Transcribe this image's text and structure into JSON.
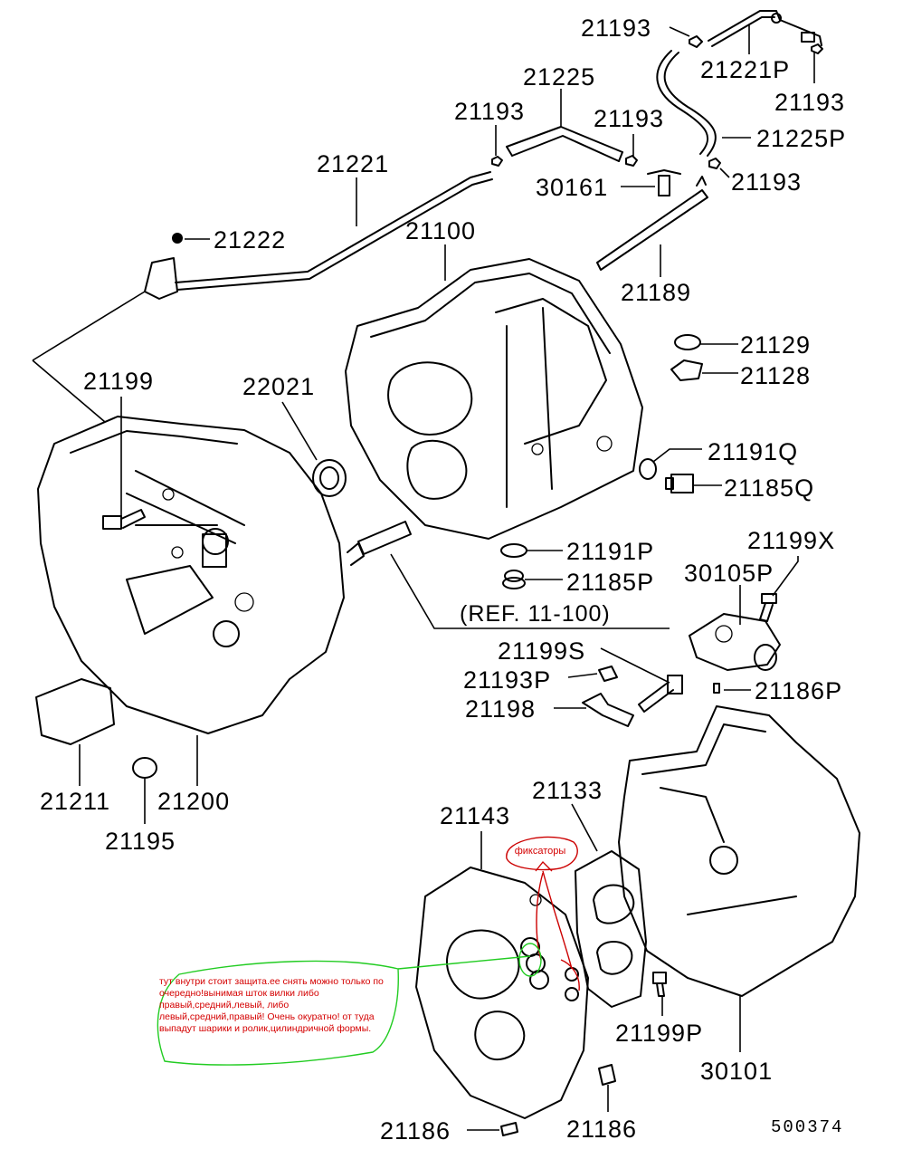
{
  "labels": {
    "p21193_a": "21193",
    "p21221P": "21221P",
    "p21193_b": "21193",
    "p21225": "21225",
    "p21193_c": "21193",
    "p21193_d": "21193",
    "p21225P": "21225P",
    "p21221": "21221",
    "p30161": "30161",
    "p21193_e": "21193",
    "p21222": "21222",
    "p21100": "21100",
    "p21189": "21189",
    "p21129": "21129",
    "p21128": "21128",
    "p21199": "21199",
    "p22021": "22021",
    "p21191Q": "21191Q",
    "p21185Q": "21185Q",
    "p21199X": "21199X",
    "p21191P": "21191P",
    "p30105P": "30105P",
    "p21185P": "21185P",
    "ref": "(REF. 11-100)",
    "p21199S": "21199S",
    "p21193P": "21193P",
    "p21186P": "21186P",
    "p21198": "21198",
    "p21133": "21133",
    "p21211": "21211",
    "p21200": "21200",
    "p21143": "21143",
    "p21195": "21195",
    "p21199P": "21199P",
    "p30101": "30101",
    "p21186_a": "21186",
    "p21186_b": "21186",
    "code": "500374"
  },
  "annotations": {
    "tag": "фиксаторы",
    "note": "тут внутри стоит защита.ее снять можно только по очередно!вынимая  шток вилки  либо правый,средний,левый, либо левый,средний,правый! Очень окуратно! от туда выпадут шарики и ролик,цилиндричной формы."
  },
  "colors": {
    "line": "#000000",
    "annotation_red": "#cc0000",
    "annotation_green": "#22cc22"
  }
}
